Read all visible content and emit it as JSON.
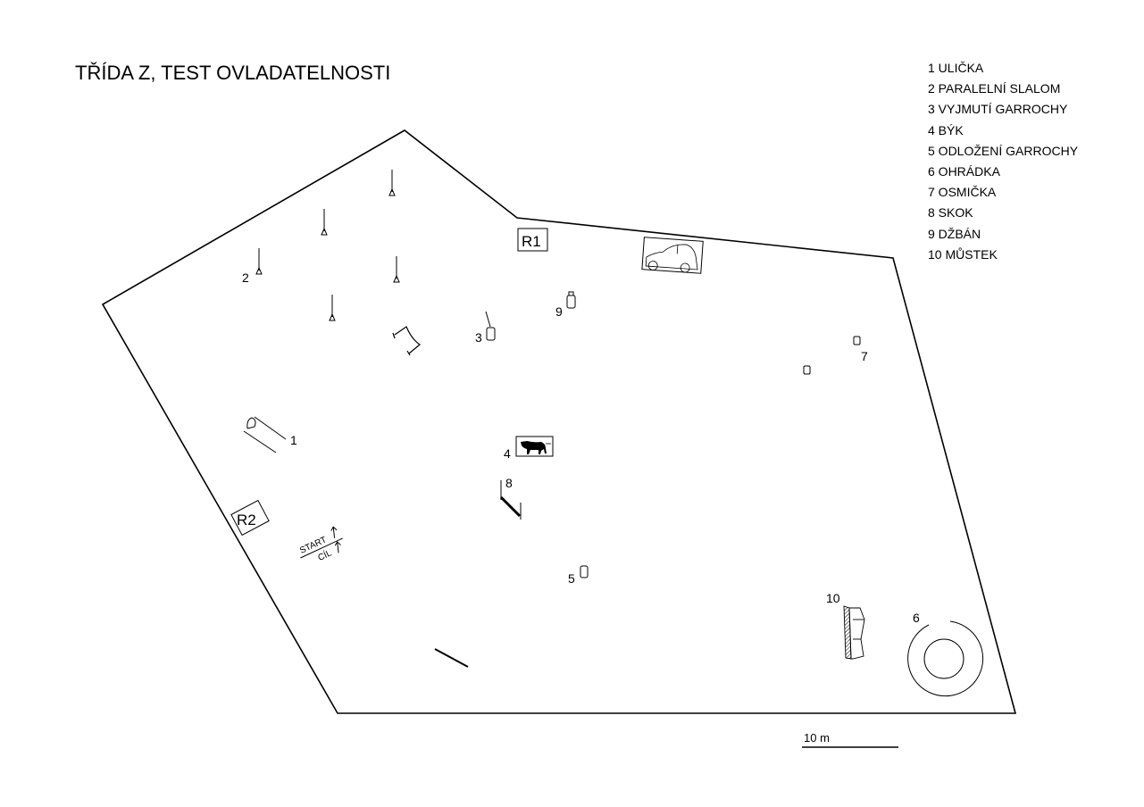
{
  "title": "TŘÍDA Z, TEST OVLADATELNOSTI",
  "legend": [
    "1 ULIČKA",
    "2 PARALELNÍ SLALOM",
    "3 VYJMUTÍ GARROCHY",
    "4 BÝK",
    "5 ODLOŽENÍ GARROCHY",
    "6 OHRÁDKA",
    "7 OSMIČKA",
    "8 SKOK",
    "9 DŽBÁN",
    "10 MŮSTEK"
  ],
  "markers": {
    "n1": "1",
    "n2": "2",
    "n3": "3",
    "n4": "4",
    "n5": "5",
    "n6": "6",
    "n7": "7",
    "n8": "8",
    "n9": "9",
    "n10": "10"
  },
  "judges": {
    "r1": "R1",
    "r2": "R2"
  },
  "start_label": "START",
  "finish_label": "CÍL",
  "scale_label": "10 m"
}
